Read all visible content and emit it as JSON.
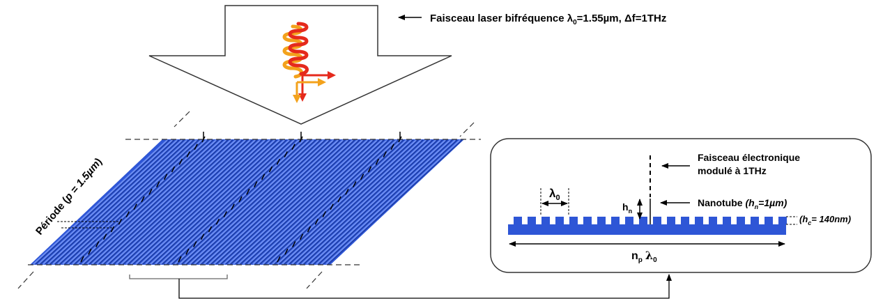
{
  "top_label": {
    "prefix": "Faisceau laser bifréquence λ",
    "sub": "0",
    "suffix": "=1.55µm, Δf=1THz"
  },
  "periode_label": {
    "prefix": "Période (",
    "italic": "p = 1.5µm",
    "suffix": ")"
  },
  "inset": {
    "beam_label_line1": "Faisceau électronique",
    "beam_label_line2": "modulé à 1THz",
    "nanotube_prefix": "Nanotube ",
    "nanotube_italic": "(h",
    "nanotube_sub": "n",
    "nanotube_suffix": "=1µm)",
    "hc_prefix": "(h",
    "hc_sub": "c",
    "hc_suffix": "= 140nm)",
    "lambda_main": "λ",
    "lambda_sub": "0",
    "hn_main": "h",
    "hn_sub": "n",
    "np_main": "n",
    "np_sub": "p",
    "np_lambda": "λ",
    "np_lambda_sub": "0"
  },
  "colors": {
    "grating_blue": "#2e56d6",
    "grating_light": "#6f8ff2",
    "grating_dark": "#1c3a9e",
    "wave_red": "#e52a1c",
    "wave_orange": "#f3a21c"
  }
}
